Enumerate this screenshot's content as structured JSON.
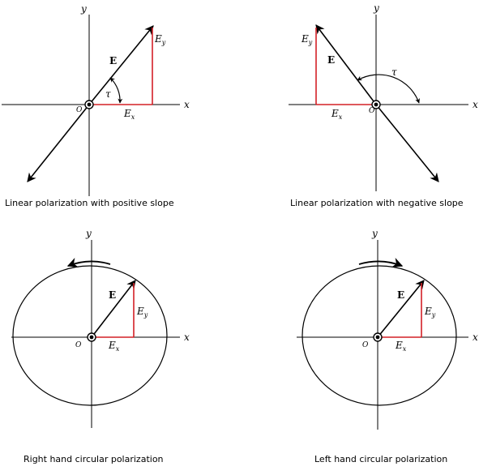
{
  "panels": [
    {
      "caption": "Linear polarization with positive slope",
      "x_label": "x",
      "y_label": "y",
      "origin_label": "O",
      "vector_label": "E",
      "angle_label": "τ",
      "ex_label": "E",
      "ex_sub": "x",
      "ey_label": "E",
      "ey_sub": "y"
    },
    {
      "caption": "Linear polarization with negative slope",
      "x_label": "x",
      "y_label": "y",
      "origin_label": "O",
      "vector_label": "E",
      "angle_label": "τ",
      "ex_label": "E",
      "ex_sub": "x",
      "ey_label": "E",
      "ey_sub": "y"
    },
    {
      "caption": "Right hand circular polarization",
      "x_label": "x",
      "y_label": "y",
      "origin_label": "O",
      "vector_label": "E",
      "ex_label": "E",
      "ex_sub": "x",
      "ey_label": "E",
      "ey_sub": "y"
    },
    {
      "caption": "Left hand circular polarization",
      "x_label": "x",
      "y_label": "y",
      "origin_label": "O",
      "vector_label": "E",
      "ex_label": "E",
      "ex_sub": "x",
      "ey_label": "E",
      "ey_sub": "y"
    }
  ],
  "colors": {
    "axes": "#000000",
    "vector": "#000000",
    "components": "#d32027"
  }
}
